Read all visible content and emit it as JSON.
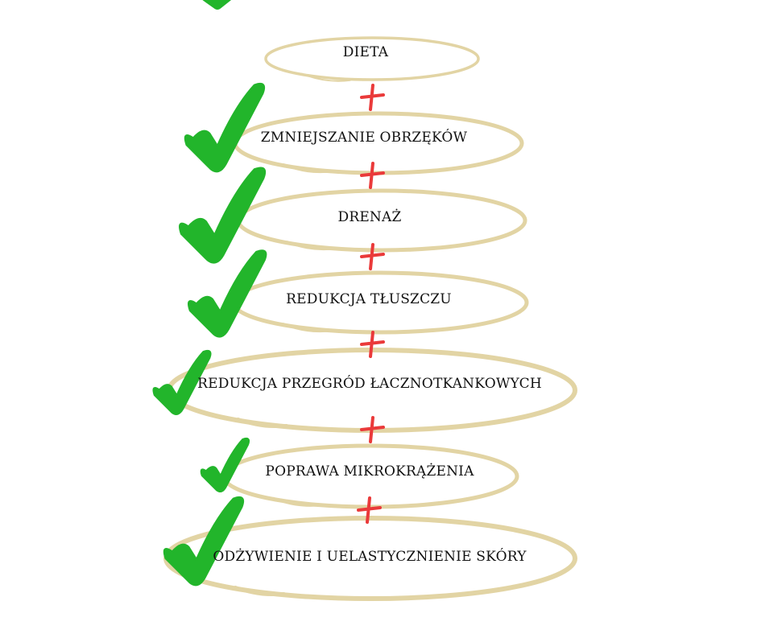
{
  "colors": {
    "ellipse": "#e2d4a4",
    "plus": "#ea3a3a",
    "check": "#22b52b",
    "text": "#111111"
  },
  "steps": [
    {
      "label": "DIETA",
      "checked": false
    },
    {
      "label": "ZMNIEJSZANIE OBRZĘKÓW",
      "checked": true
    },
    {
      "label": "DRENAŻ",
      "checked": true
    },
    {
      "label": "REDUKCJA TŁUSZCZU",
      "checked": true
    },
    {
      "label": "REDUKCJA PRZEGRÓD ŁACZNOTKANKOWYCH",
      "checked": true
    },
    {
      "label": "POPRAWA MIKROKRĄŻENIA",
      "checked": true
    },
    {
      "label": "ODŻYWIENIE I UELASTYCZNIENIE SKÓRY",
      "checked": true
    }
  ]
}
